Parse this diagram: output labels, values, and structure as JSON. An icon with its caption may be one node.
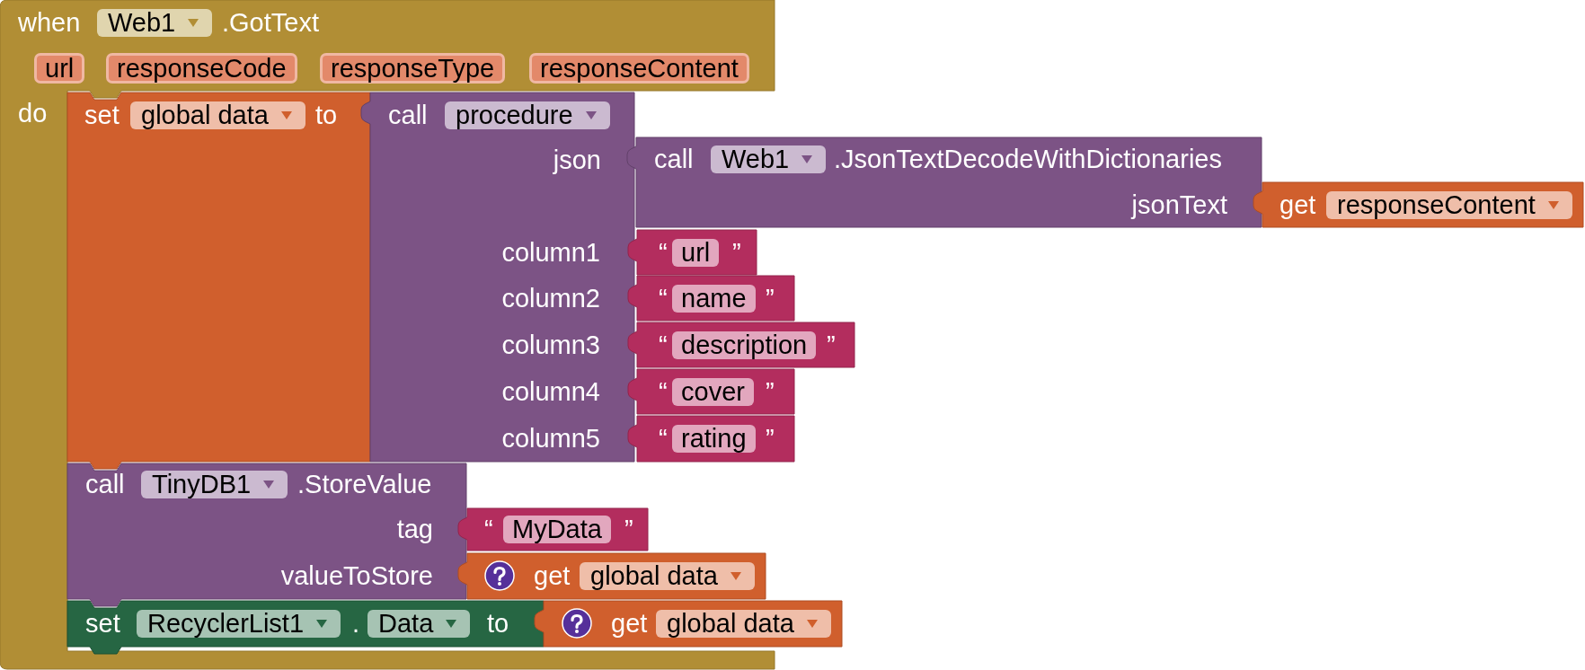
{
  "diagram": {
    "nodes": [
      {
        "text": [
          "when",
          "Web1",
          ".GotText",
          "url",
          "responseCode",
          "responseType",
          "responseContent",
          "do"
        ]
      },
      {
        "text": [
          "set",
          "global data",
          "to"
        ],
        "in": 0
      },
      {
        "text": [
          "call",
          "procedure",
          "json",
          "column1",
          "column2",
          "column3",
          "column4",
          "column5"
        ],
        "in": 0
      },
      {
        "text": [
          "call",
          "Web1",
          ".JsonTextDecodeWithDictionaries",
          "jsonText"
        ]
      },
      {
        "text": [
          "get",
          "responseContent"
        ]
      },
      {
        "text": [
          "“",
          "url",
          "”"
        ],
        "in": 0
      },
      {
        "text": [
          "“",
          "name",
          "”"
        ]
      },
      {
        "text": [
          "“",
          "description",
          "”"
        ]
      },
      {
        "text": [
          "“",
          "cover",
          "”"
        ]
      },
      {
        "text": [
          "“",
          "rating",
          "”"
        ]
      },
      {
        "text": [
          "call",
          "TinyDB1",
          ".StoreValue",
          "tag",
          "valueToStore"
        ],
        "in": 0
      },
      {
        "text": [
          "“",
          "MyData",
          "”"
        ],
        "in": 0
      },
      {
        "text": [
          "get",
          "global data"
        ],
        "in": 0
      },
      {
        "text": [
          "set",
          "RecyclerList1",
          ".",
          "Data",
          "to"
        ],
        "in": 0
      },
      {
        "text": [
          "get",
          "global data"
        ]
      }
    ]
  }
}
